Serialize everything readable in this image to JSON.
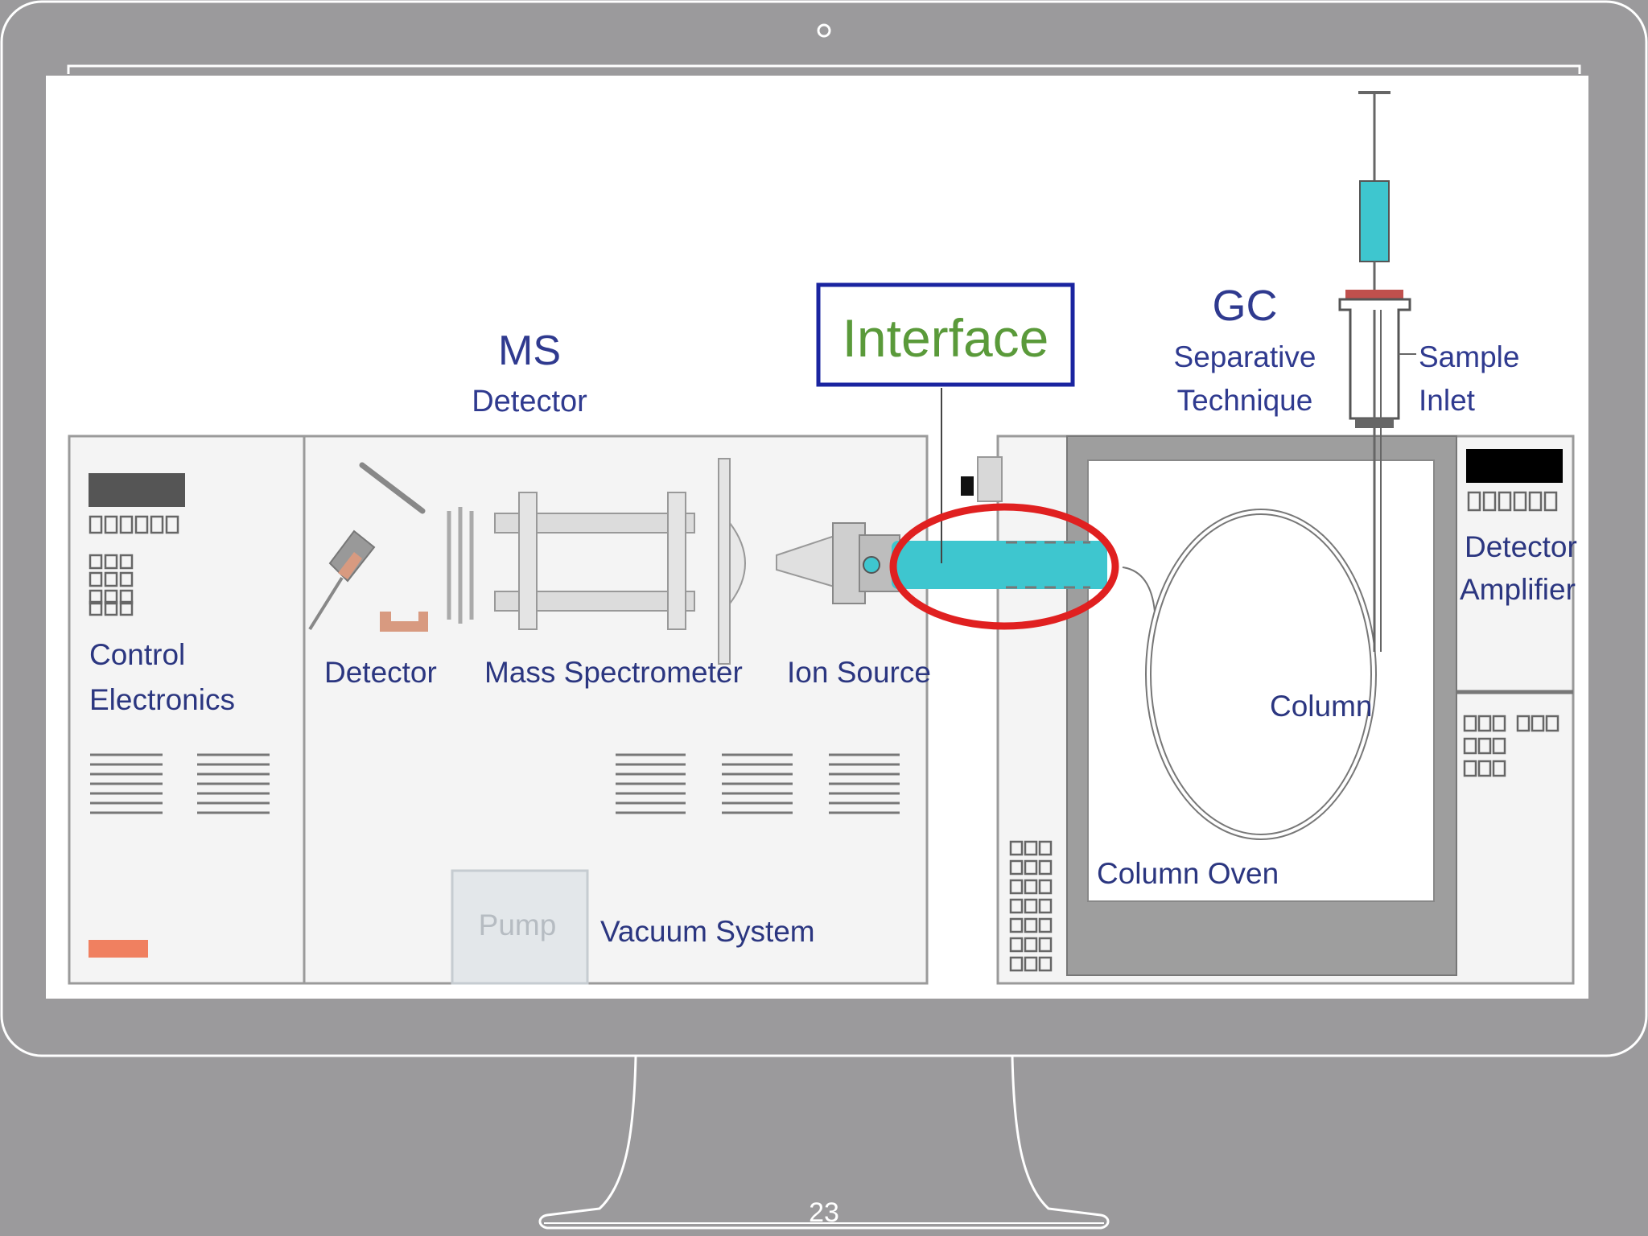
{
  "slide": {
    "page_number": "23"
  },
  "diagram": {
    "ms_title": "MS",
    "ms_subtitle": "Detector",
    "interface": "Interface",
    "gc_title": "GC",
    "gc_subtitle_1": "Separative",
    "gc_subtitle_2": "Technique",
    "sample_inlet_1": "Sample",
    "sample_inlet_2": "Inlet",
    "control_electronics_1": "Control",
    "control_electronics_2": "Electronics",
    "detector": "Detector",
    "mass_spectrometer": "Mass Spectrometer",
    "ion_source": "Ion Source",
    "column": "Column",
    "column_oven": "Column Oven",
    "detector_amplifier_1": "Detector",
    "detector_amplifier_2": "Amplifier",
    "pump": "Pump",
    "vacuum_system": "Vacuum System"
  },
  "colors": {
    "frame": "#9b9a9c",
    "screen_bg": "#ffffff",
    "label_blue": "#2f3a8f",
    "interface_green": "#5a9a3a",
    "interface_border": "#1a24a0",
    "highlight_ring": "#e02020",
    "transfer_line": "#3ec6cf",
    "power_button": "#f08060"
  }
}
